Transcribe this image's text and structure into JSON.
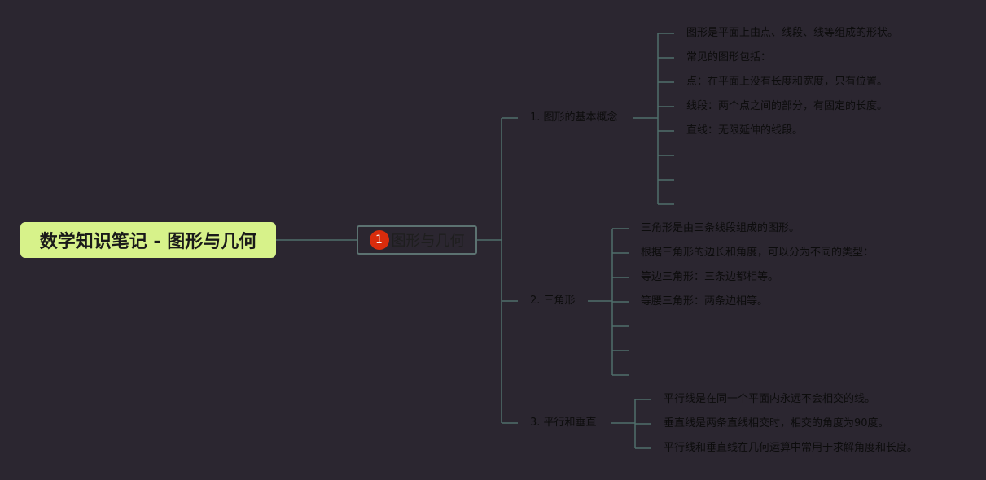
{
  "root": {
    "title": "数学知识笔记 - 图形与几何"
  },
  "main_topic": {
    "marker": "1",
    "label": "图形与几何"
  },
  "branches": [
    {
      "label": "1. 图形的基本概念",
      "leaves": [
        "图形是平面上由点、线段、线等组成的形状。",
        "常见的图形包括：",
        "点：在平面上没有长度和宽度，只有位置。",
        "线段：两个点之间的部分，有固定的长度。",
        "直线：无限延伸的线段。",
        "",
        "",
        ""
      ]
    },
    {
      "label": "2. 三角形",
      "leaves": [
        "三角形是由三条线段组成的图形。",
        "根据三角形的边长和角度，可以分为不同的类型：",
        "等边三角形：三条边都相等。",
        "等腰三角形：两条边相等。",
        "",
        "",
        ""
      ]
    },
    {
      "label": "3. 平行和垂直",
      "leaves": [
        "平行线是在同一个平面内永远不会相交的线。",
        "垂直线是两条直线相交时，相交的角度为90度。",
        "平行线和垂直线在几何运算中常用于求解角度和长度。"
      ]
    }
  ],
  "colors": {
    "background": "#2b2630",
    "root_fill": "#d7f28a",
    "line": "#4f6e6b",
    "marker": "#d92c0c"
  }
}
